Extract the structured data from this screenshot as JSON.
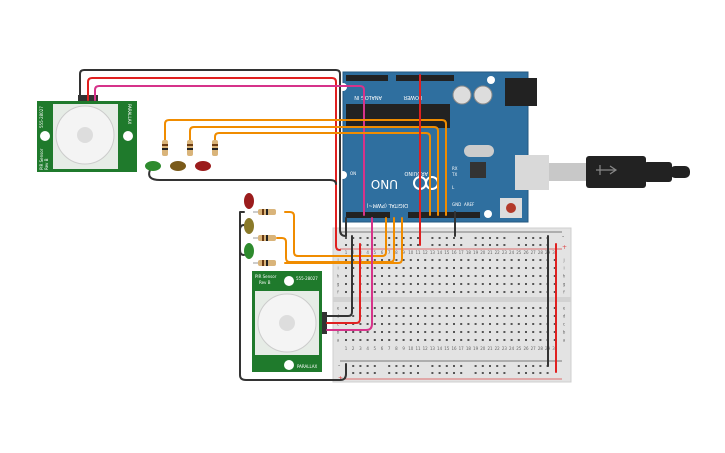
{
  "arduino": {
    "model": "UNO",
    "brand": "ARDUINO",
    "analog_label": "ANALOG IN",
    "power_label": "POWER",
    "digital_label": "DIGITAL (PWM~)",
    "on_label": "ON",
    "tx_label": "TX",
    "rx_label": "RX",
    "l_label": "L",
    "gnd_label": "GND",
    "aref_label": "AREF",
    "color": "#2f6f9f"
  },
  "pir_top": {
    "name": "PIR Sensor",
    "rev": "Rev B",
    "part": "555-28027",
    "brand": "PARALLAX",
    "color": "#1f7a2c"
  },
  "pir_bottom": {
    "name": "PIR Sensor",
    "rev": "Rev B",
    "part": "555-28027",
    "brand": "PARALLAX",
    "color": "#1f7a2c"
  },
  "breadboard": {
    "rows_top": [
      "j",
      "i",
      "h",
      "g",
      "f"
    ],
    "rows_bottom": [
      "e",
      "d",
      "c",
      "b",
      "a"
    ],
    "columns": [
      "1",
      "2",
      "3",
      "4",
      "5",
      "6",
      "7",
      "8",
      "9",
      "10",
      "11",
      "12",
      "13",
      "14",
      "15",
      "16",
      "17",
      "18",
      "19",
      "20",
      "21",
      "22",
      "23",
      "24",
      "25",
      "26",
      "27",
      "28",
      "29",
      "30"
    ],
    "plus": "+",
    "minus": "-"
  },
  "leds_top": [
    {
      "color": "#2e8b2e"
    },
    {
      "color": "#7a5a1a"
    },
    {
      "color": "#9b1c1c"
    }
  ],
  "leds_left": [
    {
      "color": "#9b1c1c"
    },
    {
      "color": "#8a7a2a"
    },
    {
      "color": "#2e8b2e"
    }
  ],
  "wire_colors": {
    "ground": "#333333",
    "power": "#e02020",
    "signal": "#d6338a",
    "led": "#f08c00"
  }
}
